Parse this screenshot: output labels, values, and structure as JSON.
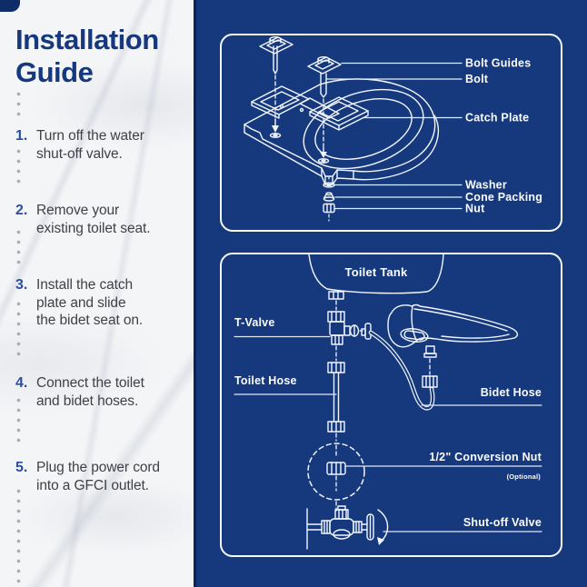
{
  "title": "Installation\nGuide",
  "steps": [
    {
      "num": "1.",
      "text": "Turn off the water\nshut-off valve."
    },
    {
      "num": "2.",
      "text": "Remove your\nexisting toilet seat."
    },
    {
      "num": "3.",
      "text": "Install the catch\nplate and slide\nthe bidet seat on."
    },
    {
      "num": "4.",
      "text": "Connect the toilet\nand bidet hoses."
    },
    {
      "num": "5.",
      "text": "Plug the power cord\ninto a GFCI outlet."
    }
  ],
  "diagram_seat": {
    "labels": {
      "bolt_guides": "Bolt Guides",
      "bolt": "Bolt",
      "catch_plate": "Catch Plate",
      "washer": "Washer",
      "cone_packing": "Cone Packing",
      "nut": "Nut"
    }
  },
  "diagram_plumbing": {
    "labels": {
      "toilet_tank": "Toilet Tank",
      "t_valve": "T-Valve",
      "toilet_hose": "Toilet Hose",
      "bidet_hose": "Bidet Hose",
      "conversion_nut": "1/2\" Conversion Nut",
      "optional": "(Optional)",
      "shut_off_valve": "Shut-off Valve"
    }
  },
  "colors": {
    "panel_blue": "#16397e",
    "edge_navy": "#0b2356",
    "title_navy": "#16387e",
    "step_number_blue": "#2b4ea1",
    "body_text_gray": "#3e4148",
    "line_white": "#f2f6fc"
  }
}
